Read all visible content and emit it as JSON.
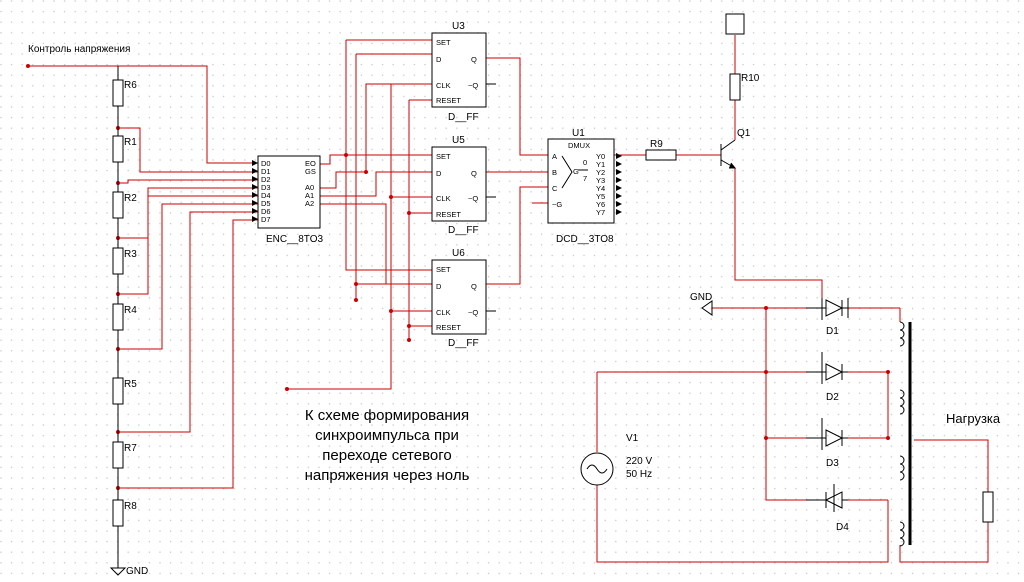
{
  "labels": {
    "input": "Контроль напряжения",
    "gnd_top": "GND",
    "gnd_bottom": "GND",
    "load": "Нагрузка"
  },
  "note": [
    "К схеме формирования",
    "синхроимпульса при",
    "переходе сетевого",
    "напряжения через ноль"
  ],
  "resistors": [
    "R6",
    "R1",
    "R2",
    "R3",
    "R4",
    "R5",
    "R7",
    "R8",
    "R9",
    "R10"
  ],
  "encoder": {
    "ref": "ENC__8TO3",
    "inputs": [
      "D0",
      "D1",
      "D2",
      "D3",
      "D4",
      "D5",
      "D6",
      "D7"
    ],
    "outputs": [
      "EO",
      "GS",
      "A0",
      "A1",
      "A2"
    ]
  },
  "flipflops": [
    {
      "name": "U3",
      "ref": "D__FF"
    },
    {
      "name": "U5",
      "ref": "D__FF"
    },
    {
      "name": "U6",
      "ref": "D__FF"
    }
  ],
  "ff_pins": {
    "set": "SET",
    "d": "D",
    "clk": "CLK",
    "reset": "RESET",
    "q": "Q",
    "nq": "~Q"
  },
  "demux": {
    "name": "U1",
    "title": "DMUX",
    "ref": "DCD__3TO8",
    "inputs": [
      "A",
      "B",
      "C",
      "~G"
    ],
    "g": "G",
    "range": [
      "0",
      "7"
    ],
    "outputs": [
      "Y0",
      "Y1",
      "Y2",
      "Y3",
      "Y4",
      "Y5",
      "Y6",
      "Y7"
    ]
  },
  "transistor": "Q1",
  "diodes": [
    "D1",
    "D2",
    "D3",
    "D4"
  ],
  "source": {
    "name": "V1",
    "voltage": "220 V",
    "freq": "50 Hz"
  },
  "colors": {
    "wire": "#cc0000",
    "component": "#000000",
    "grid": "#d0d0d0",
    "junction": "#cc0000"
  }
}
